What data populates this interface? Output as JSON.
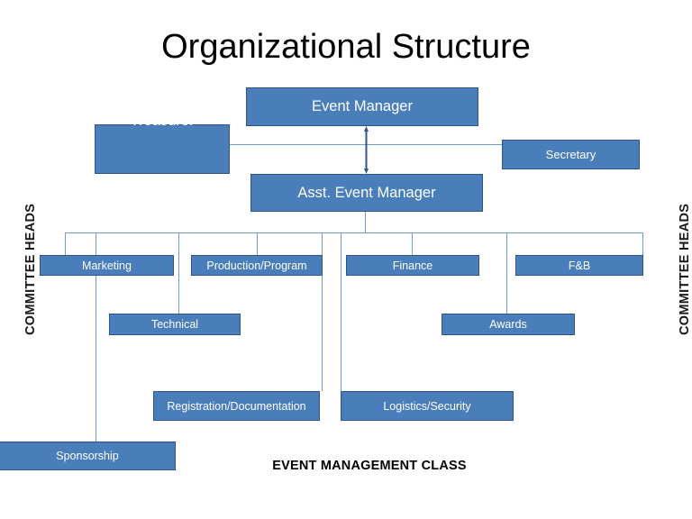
{
  "title": "Organizational Structure",
  "footer": "EVENT MANAGEMENT CLASS",
  "side_labels": {
    "left": "COMMITTEE HEADS",
    "right": "COMMITTEE HEADS"
  },
  "colors": {
    "box_fill": "#4a7ebb",
    "box_border": "#31558a",
    "connector": "#6e9bd2",
    "box_text": "#ffffff",
    "title_text": "#000000",
    "background": "#ffffff"
  },
  "nodes": {
    "event_manager": "Event Manager",
    "treasurer": "Treasurer",
    "secretary": "Secretary",
    "asst_event_manager": "Asst. Event Manager",
    "marketing": "Marketing",
    "production_program": "Production/Program",
    "finance": "Finance",
    "fnb": "F&B",
    "technical": "Technical",
    "awards": "Awards",
    "registration_documentation": "Registration/Documentation",
    "logistics_security": "Logistics/Security",
    "sponsorship": "Sponsorship"
  }
}
